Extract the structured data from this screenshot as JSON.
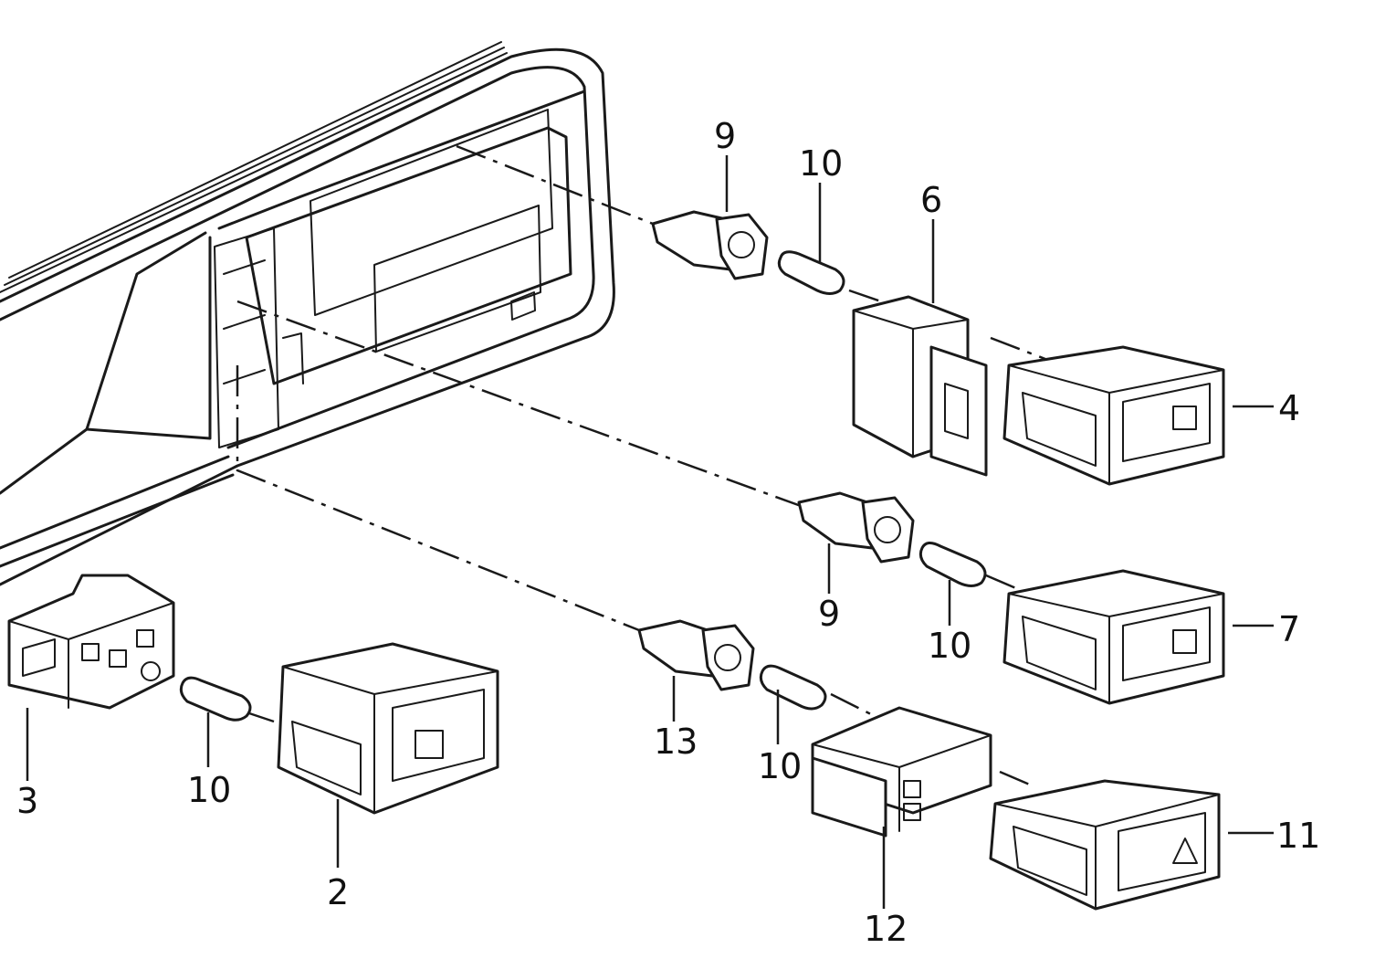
{
  "figure": {
    "labels": [
      {
        "id": "lbl-9-top",
        "text": "9"
      },
      {
        "id": "lbl-10-top",
        "text": "10"
      },
      {
        "id": "lbl-6",
        "text": "6"
      },
      {
        "id": "lbl-4",
        "text": "4"
      },
      {
        "id": "lbl-9-mid",
        "text": "9"
      },
      {
        "id": "lbl-10-mid",
        "text": "10"
      },
      {
        "id": "lbl-7",
        "text": "7"
      },
      {
        "id": "lbl-13",
        "text": "13"
      },
      {
        "id": "lbl-10-low",
        "text": "10"
      },
      {
        "id": "lbl-11",
        "text": "11"
      },
      {
        "id": "lbl-12",
        "text": "12"
      },
      {
        "id": "lbl-3",
        "text": "3"
      },
      {
        "id": "lbl-10-left",
        "text": "10"
      },
      {
        "id": "lbl-2",
        "text": "2"
      }
    ]
  }
}
